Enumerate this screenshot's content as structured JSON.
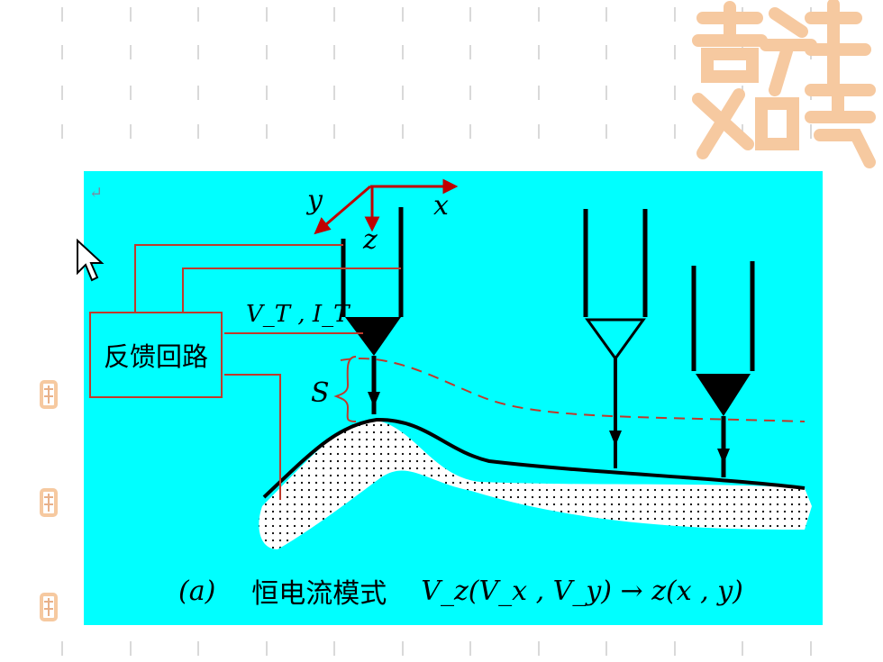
{
  "diagram": {
    "feedback_label": "反馈回路",
    "axis_x": "x",
    "axis_y": "y",
    "axis_z": "z",
    "bias_label": "V_T , I_T",
    "gap_label": "S",
    "caption_tag": "(a)",
    "caption_title": "恒电流模式",
    "caption_formula": "V_z(V_x , V_y) → z(x , y)"
  },
  "colors": {
    "panel_bg": "#00ffff",
    "wire": "#c0392b",
    "seal": "#f6c9a0",
    "dashed_path": "#c0392b"
  },
  "icons": [
    "return-mark-icon",
    "cursor-arrow-icon",
    "seal-logo-icon",
    "bullet-seal-icon"
  ]
}
